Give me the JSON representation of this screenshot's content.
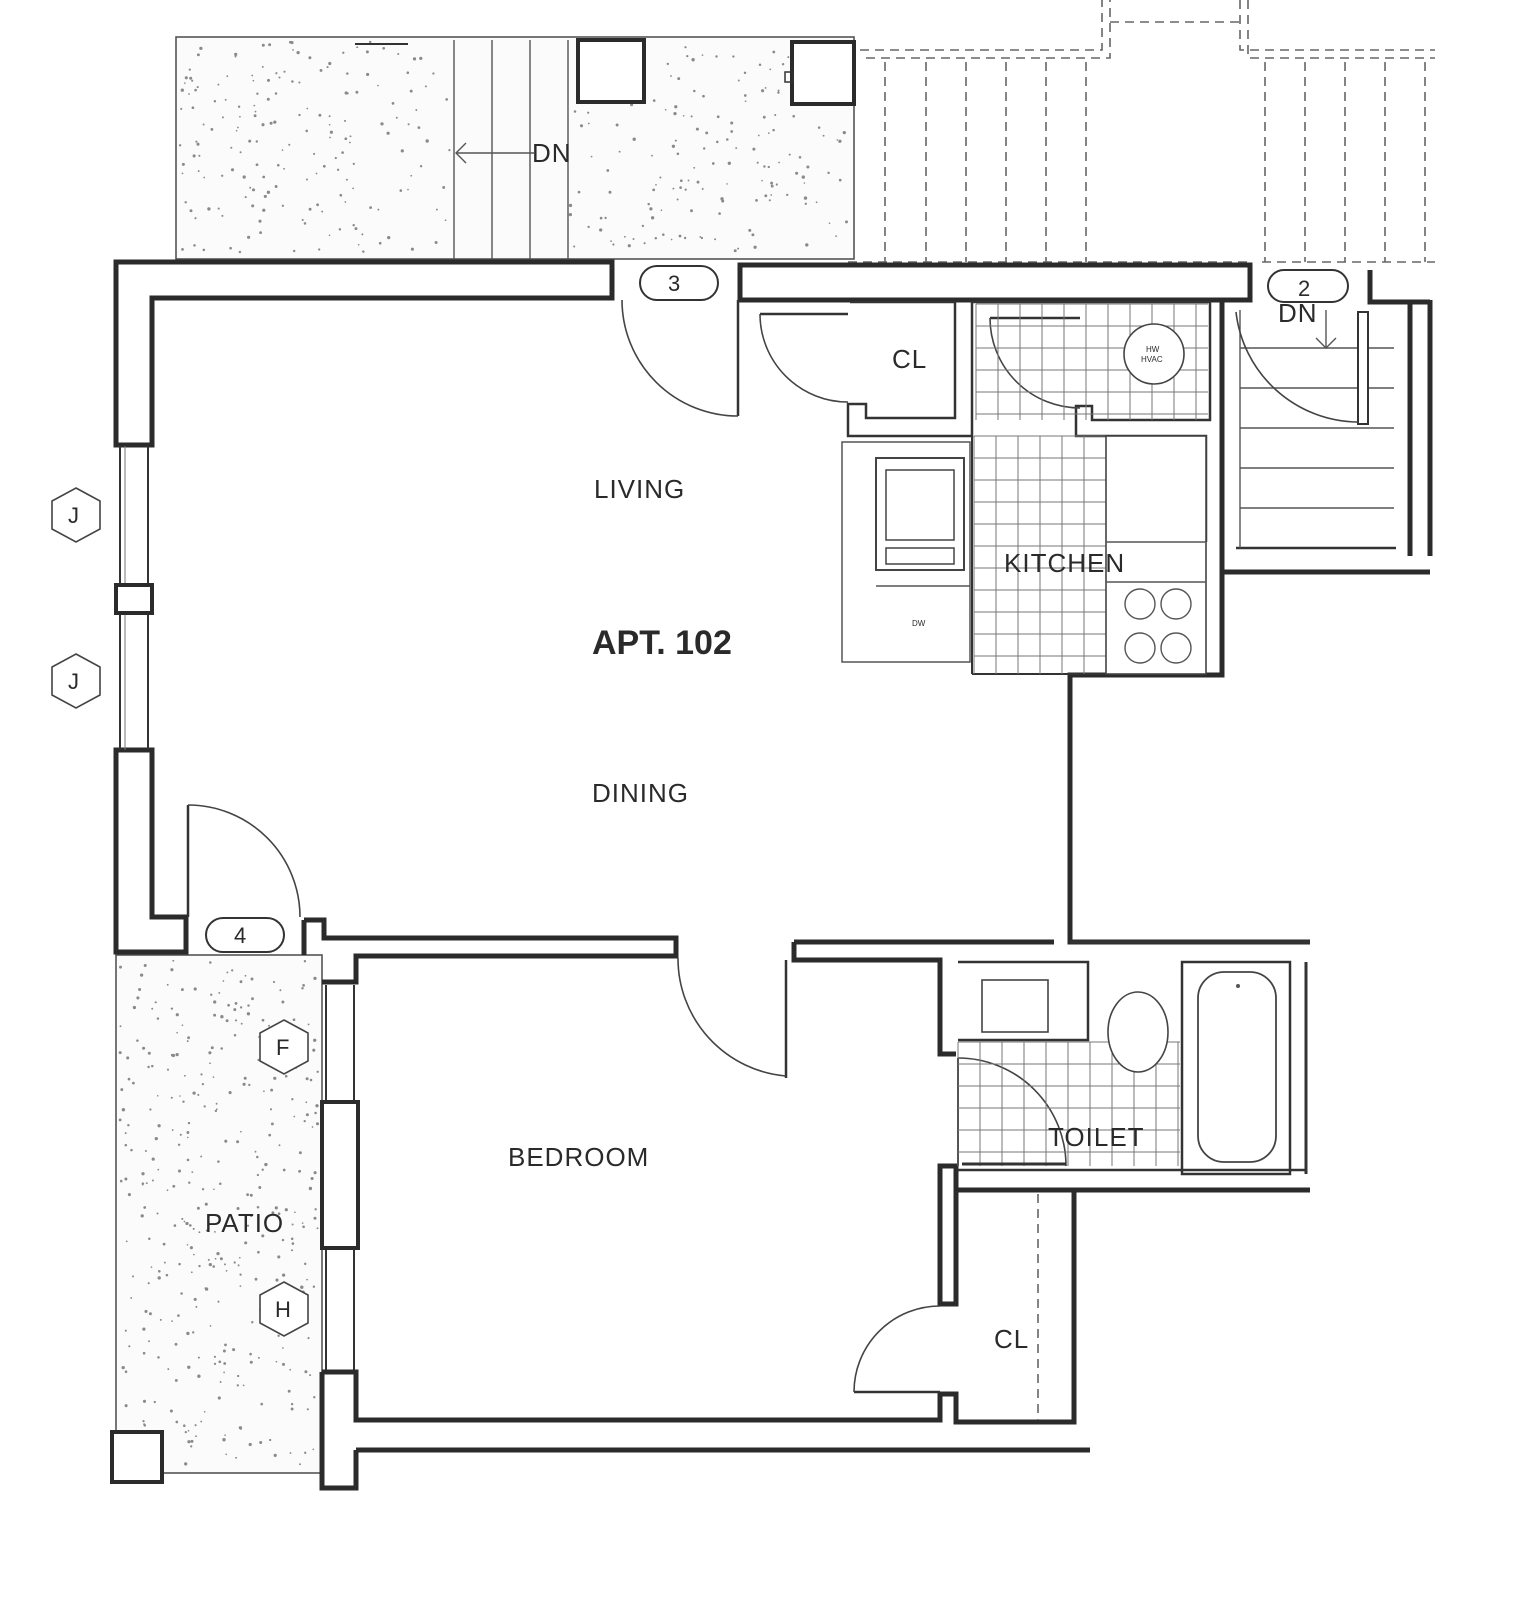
{
  "plan": {
    "unit": "APT. 102",
    "rooms": {
      "living": "LIVING",
      "dining": "DINING",
      "kitchen": "KITCHEN",
      "bedroom": "BEDROOM",
      "toilet": "TOILET",
      "patio": "PATIO",
      "closet_entry": "CL",
      "closet_bedroom": "CL"
    },
    "stair_down_top": "DN",
    "stair_down_right": "DN",
    "appliances": {
      "dishwasher": "DW",
      "water_heater_hw": "HW",
      "water_heater_hvac": "HVAC"
    },
    "door_tags": [
      "3",
      "2",
      "4"
    ],
    "window_tags": [
      "J",
      "J",
      "F",
      "H"
    ]
  }
}
